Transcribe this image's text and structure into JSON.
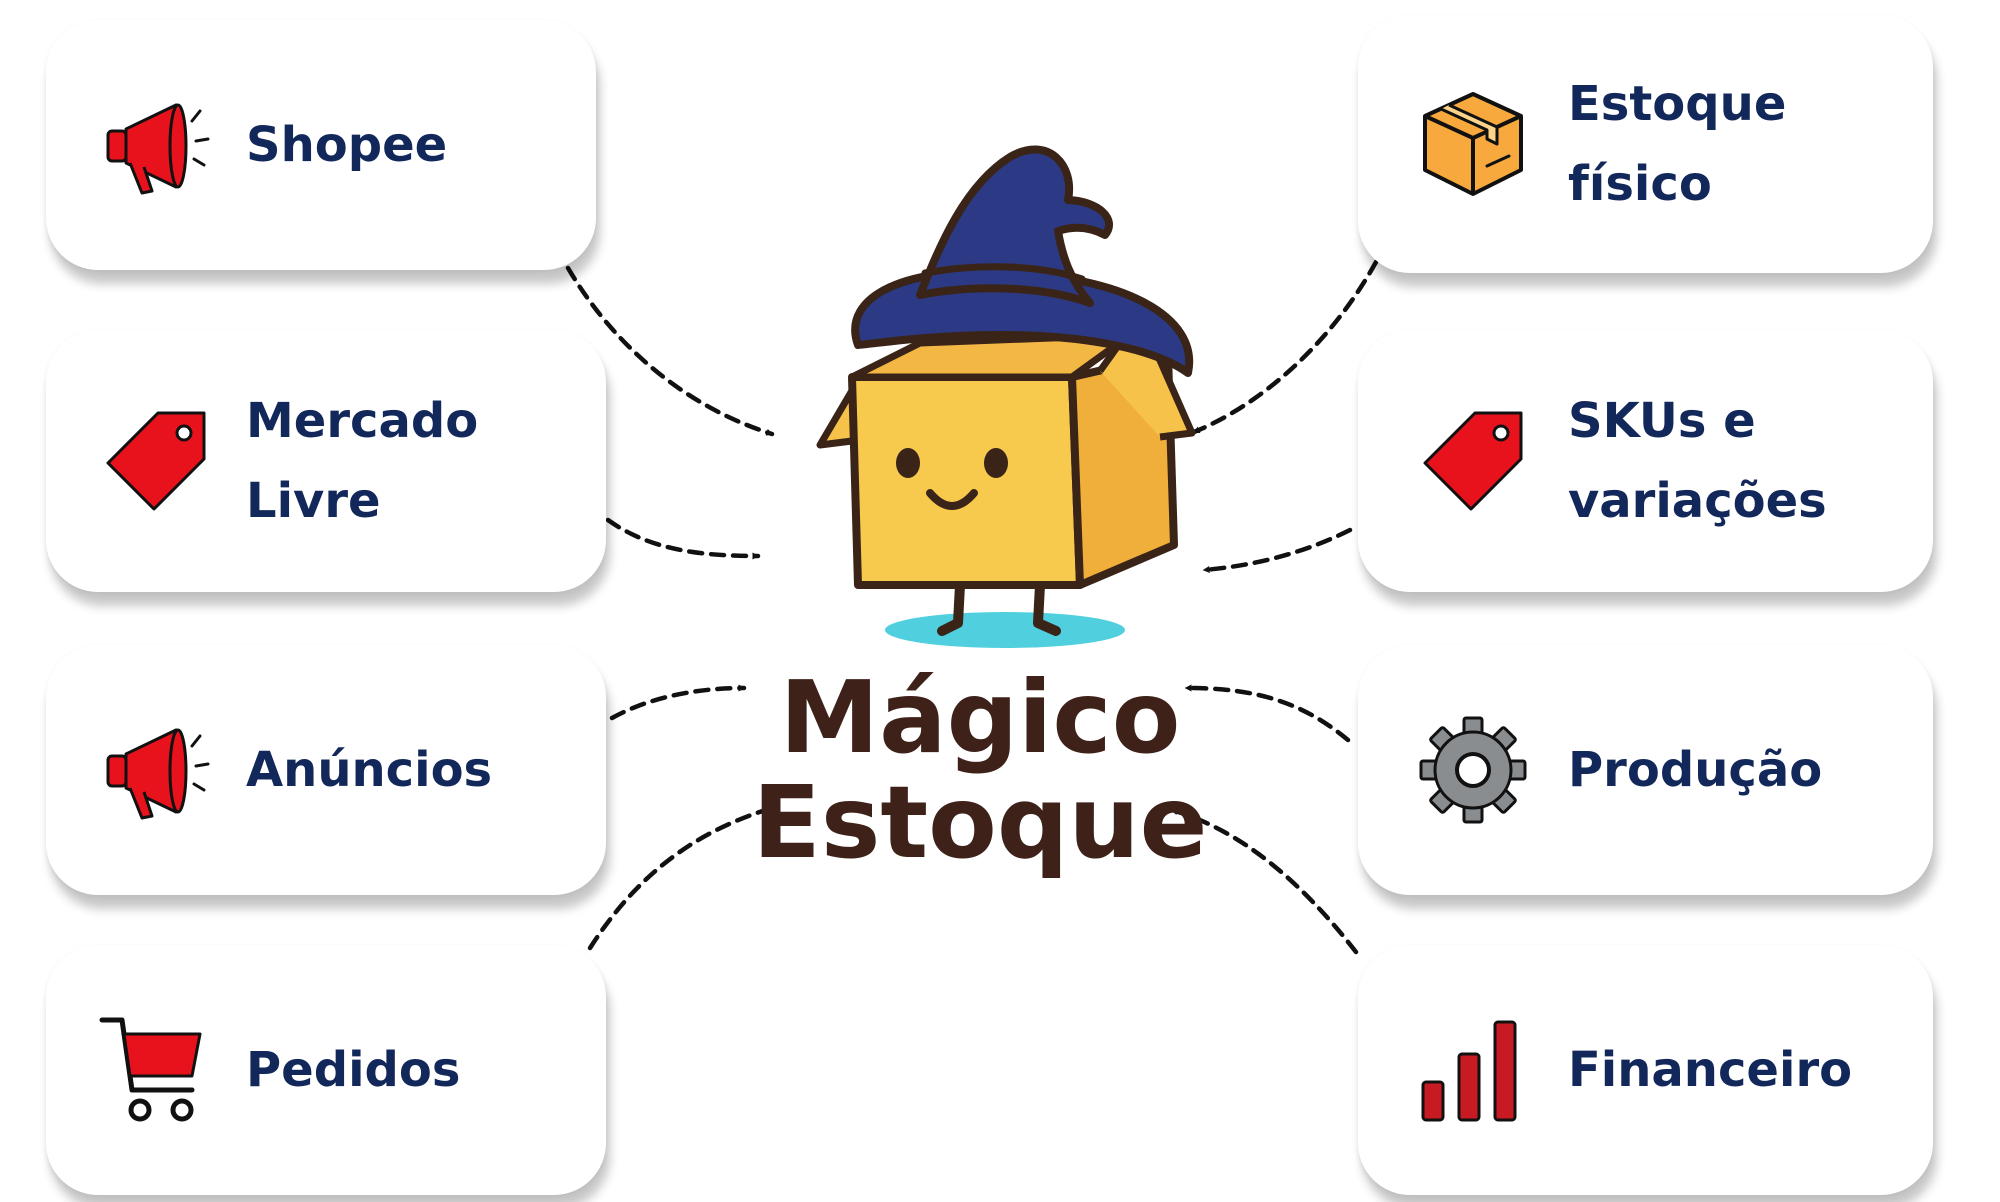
{
  "center": {
    "title_line1": "Mágico",
    "title_line2": "Estoque"
  },
  "colors": {
    "label": "#13285a",
    "title": "#3e221a",
    "accent_red": "#e8121c",
    "box_yellow": "#f7c24a",
    "hat_blue": "#2c3a85"
  },
  "left_items": [
    {
      "label": "Shopee",
      "icon": "megaphone-icon"
    },
    {
      "label": "Mercado Livre",
      "icon": "price-tag-icon"
    },
    {
      "label": "Anúncios",
      "icon": "megaphone-icon"
    },
    {
      "label": "Pedidos",
      "icon": "shopping-cart-icon"
    }
  ],
  "right_items": [
    {
      "label": "Estoque físico",
      "icon": "package-box-icon"
    },
    {
      "label": "SKUs e variações",
      "icon": "price-tag-icon"
    },
    {
      "label": "Produção",
      "icon": "gear-icon"
    },
    {
      "label": "Financeiro",
      "icon": "bar-chart-icon"
    }
  ]
}
